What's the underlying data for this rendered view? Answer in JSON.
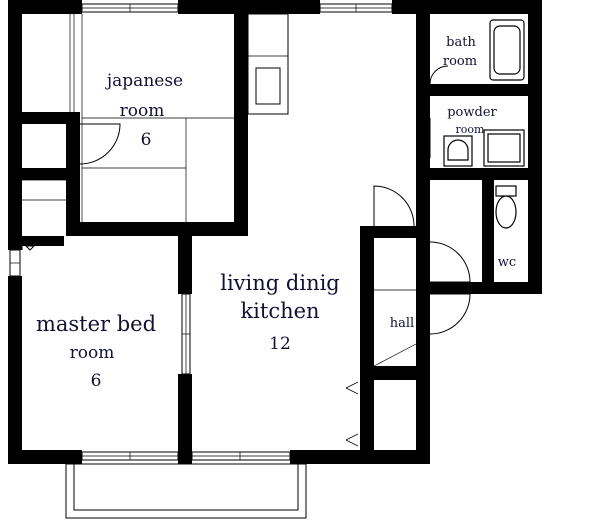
{
  "rooms": {
    "japanese": {
      "line1": "japanese",
      "line2": "room",
      "size": "6"
    },
    "bath": {
      "line1": "bath",
      "line2": "room"
    },
    "powder": {
      "line1": "powder",
      "line2": "room"
    },
    "ldk": {
      "line1": "living dinig",
      "line2": "kitchen",
      "size": "12"
    },
    "wc": {
      "label": "wc"
    },
    "hall": {
      "label": "hall"
    },
    "master": {
      "line1": "master bed",
      "line2": "room",
      "size": "6"
    }
  },
  "colors": {
    "wall": "#000000",
    "text": "#111133",
    "background": "#ffffff"
  }
}
